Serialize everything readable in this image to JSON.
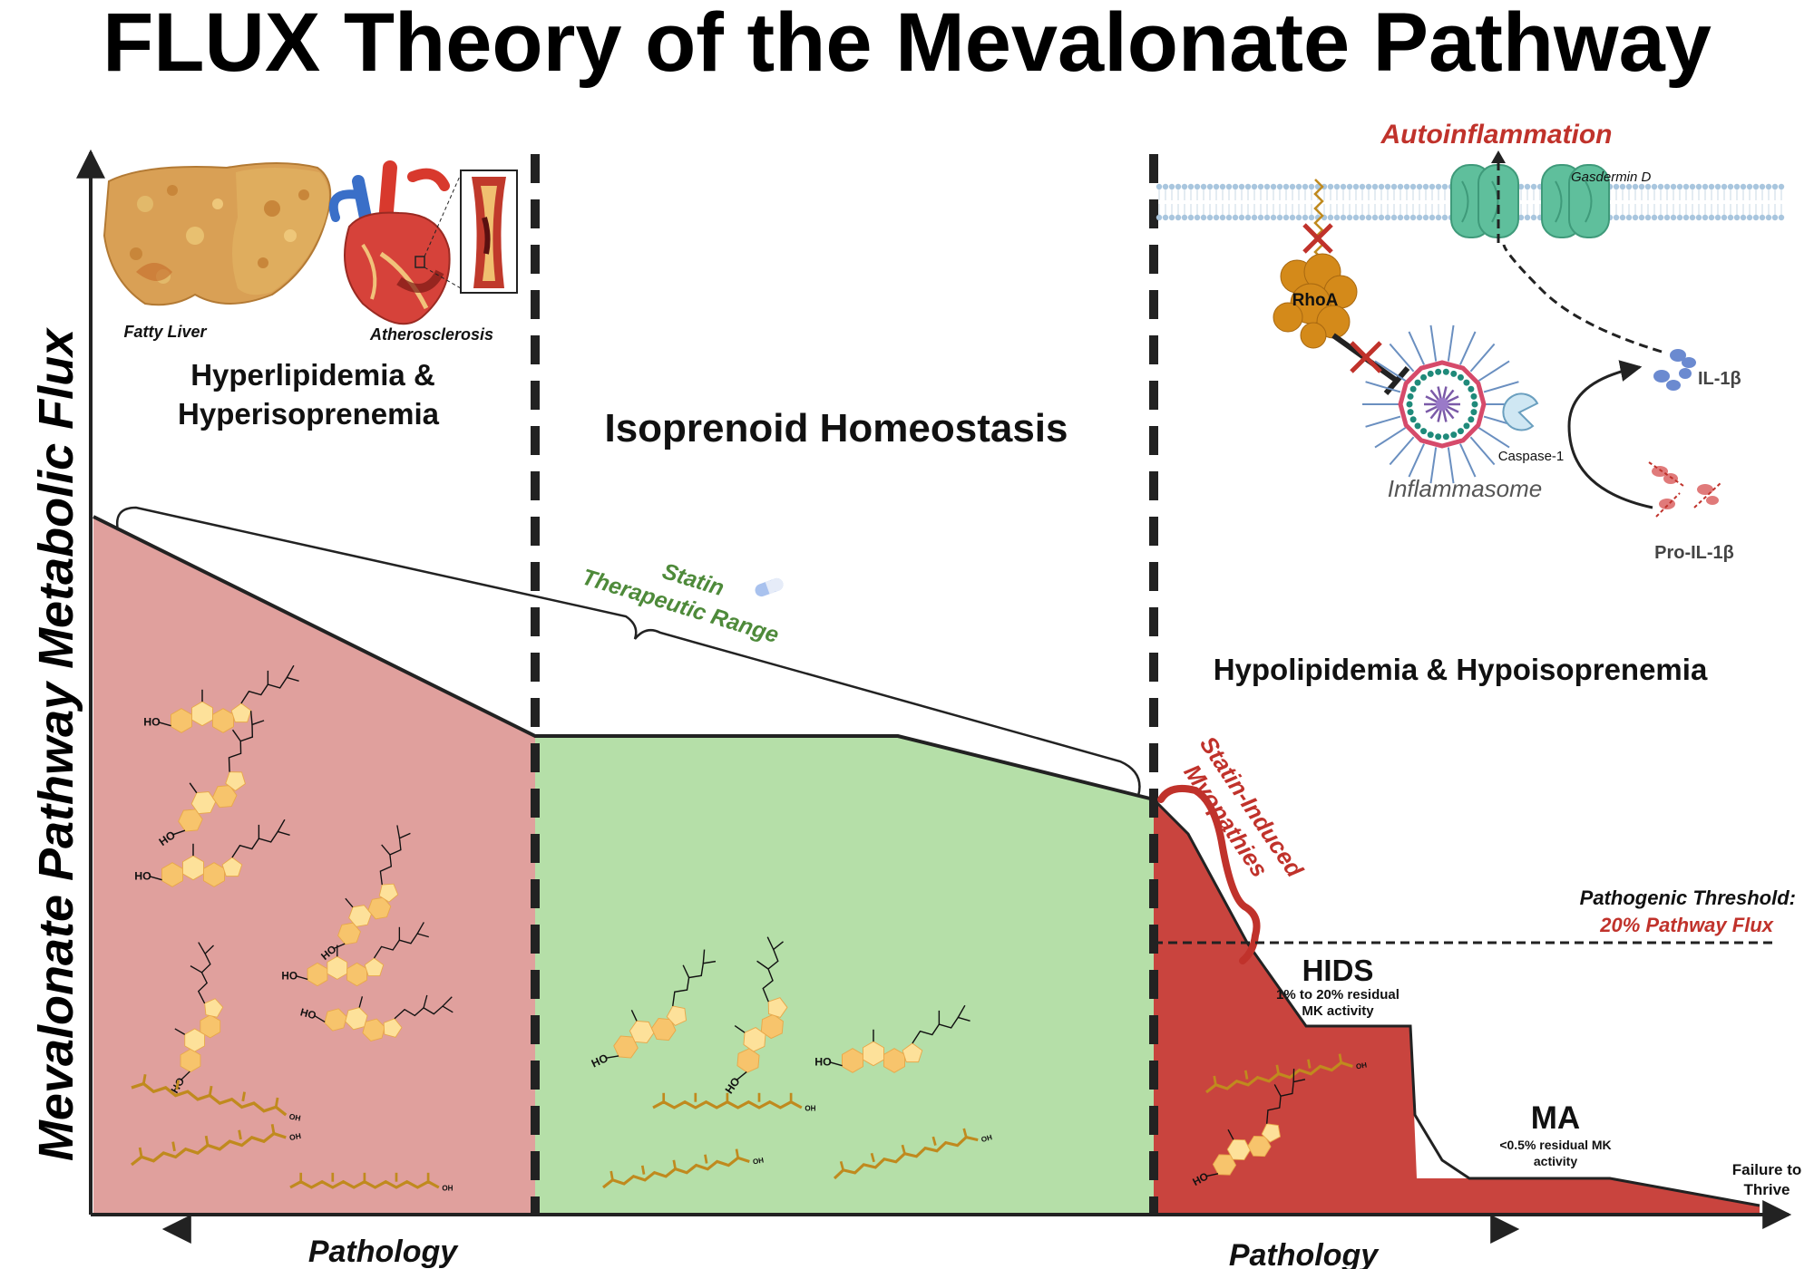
{
  "title": "FLUX Theory of the Mevalonate Pathway",
  "y_axis_label": "Mevalonate Pathway Metabolic Flux",
  "left_region": {
    "liver_label": "Fatty Liver",
    "heart_label": "Atherosclerosis",
    "heading_line1": "Hyperlipidemia &",
    "heading_line2": "Hyperisoprenemia",
    "pathology_label": "Pathology"
  },
  "middle_region": {
    "heading": "Isoprenoid Homeostasis",
    "statin_line1": "Statin",
    "statin_line2": "Therapeutic Range"
  },
  "right_region": {
    "autoinflammation": "Autoinflammation",
    "gasdermin": "Gasdermin D",
    "rhoa": "RhoA",
    "inflammasome": "Inflammasome",
    "caspase": "Caspase-1",
    "il1b": "IL-1β",
    "pro_il1b": "Pro-IL-1β",
    "heading": "Hypolipidemia & Hypoisoprenemia",
    "myopathy_line1": "Statin-Induced",
    "myopathy_line2": "Myopathies",
    "threshold_line1": "Pathogenic Threshold:",
    "threshold_line2": "20% Pathway Flux",
    "hids": "HIDS",
    "hids_sub1": "1% to 20% residual",
    "hids_sub2": "MK activity",
    "ma": "MA",
    "ma_sub1": "<0.5% residual MK",
    "ma_sub2": "activity",
    "ftt_line1": "Failure to",
    "ftt_line2": "Thrive",
    "pathology_label": "Pathology"
  },
  "molecule_labels": {
    "hydroxyl": "HO",
    "hydroxyl_end": "OH"
  },
  "colors": {
    "hyper_fill": "#e0a09d",
    "homeostasis_fill": "#b5dfa8",
    "hypo_fill": "#c9443e",
    "statin_green": "#4e8a3a",
    "alert_red": "#c0322b",
    "sterol_yellow": "#f7c46c",
    "sterol_light": "#fde19a",
    "isoprene_orange": "#c08a1e",
    "membrane_blue": "#a9c6de",
    "gasdermin_teal": "#5fbf9c",
    "rhoa_orange": "#d48a1a",
    "il_blue": "#6b8ad0",
    "pro_il_red": "#e07a7a"
  }
}
